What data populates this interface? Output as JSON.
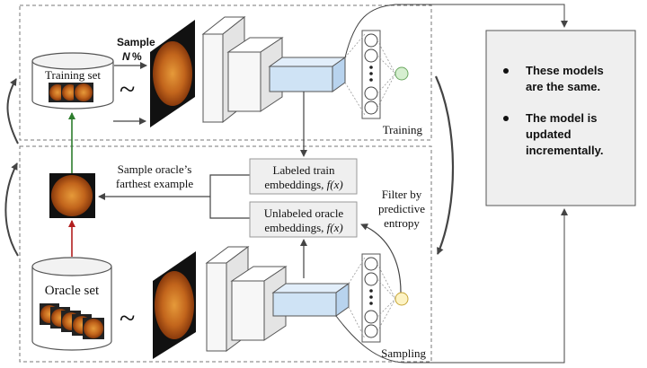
{
  "training_panel": {
    "training_set_label": "Training set",
    "sample_label": "Sample",
    "sample_pct_var": "N",
    "sample_pct_sign": "%",
    "tilde": "~",
    "corner_label": "Training"
  },
  "sampling_panel": {
    "oracle_set_label": "Oracle set",
    "tilde": "~",
    "corner_label": "Sampling",
    "sample_farthest_line1": "Sample oracle’s",
    "sample_farthest_line2": "farthest example",
    "labeled_line1": "Labeled train",
    "labeled_line2_prefix": "embeddings, ",
    "unlabeled_line1": "Unlabeled oracle",
    "unlabeled_line2_prefix": "embeddings, ",
    "embedding_fn": "f(x)",
    "filter_line1": "Filter by",
    "filter_line2": "predictive",
    "filter_line3": "entropy"
  },
  "note_box": {
    "bullets": [
      {
        "line1": "These models",
        "line2": "are the same."
      },
      {
        "line1": "The model is",
        "line2": "updated",
        "line3": "incrementally."
      }
    ]
  },
  "colors": {
    "green_arrow": "#2e7d2e",
    "red_arrow": "#b21f1f",
    "embedding_block": "#cfe3f5",
    "note_fill": "#efefef",
    "train_output_node": "#d6efd0",
    "sampling_output_node": "#fdf3c4"
  }
}
